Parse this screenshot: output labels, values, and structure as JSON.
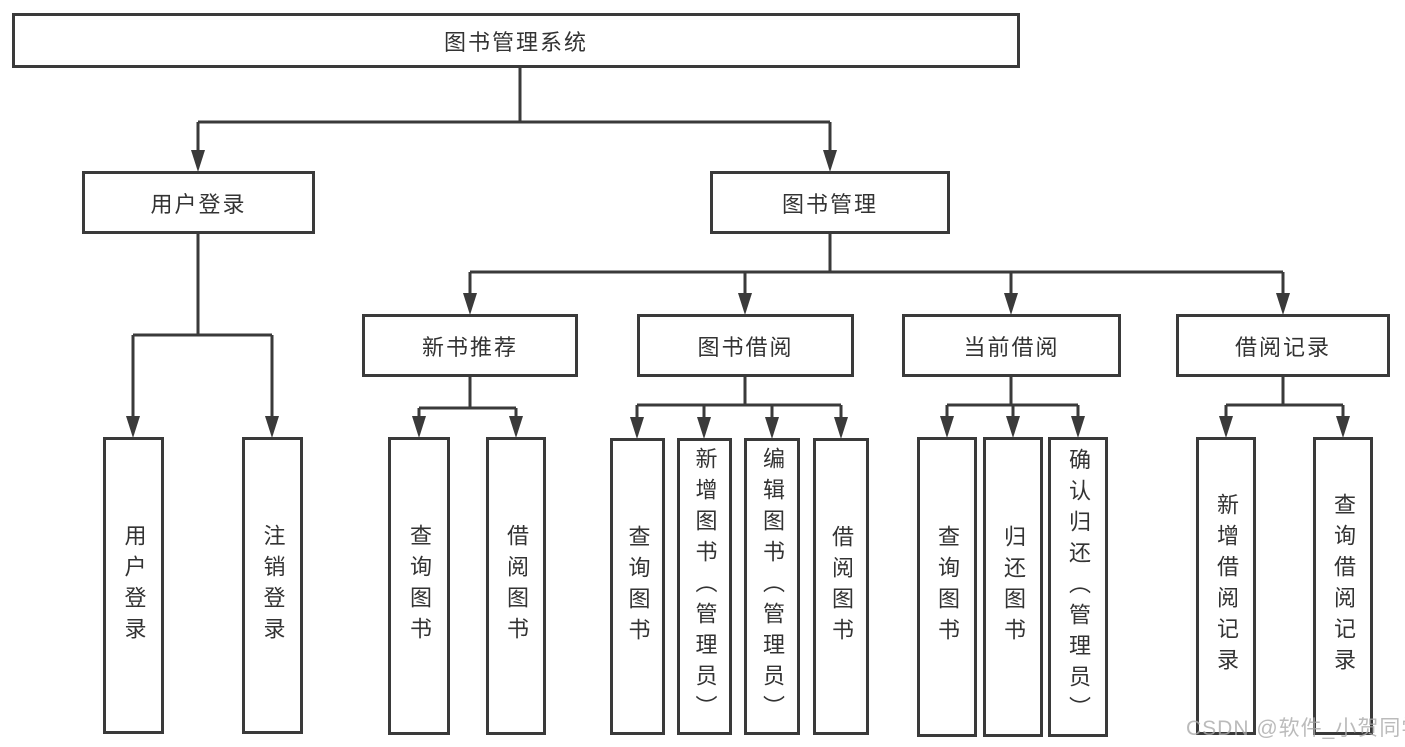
{
  "diagram": {
    "watermark": "CSDN @软件_小贺同学",
    "colors": {
      "line": "#3a3a3a",
      "box_border": "#3a3a3a",
      "text": "#333333",
      "background": "#ffffff",
      "watermark": "#ababab"
    },
    "nodes": {
      "root": {
        "label": "图书管理系统"
      },
      "user_login_branch": {
        "label": "用户登录"
      },
      "book_mgmt_branch": {
        "label": "图书管理"
      },
      "new_book_rec": {
        "label": "新书推荐"
      },
      "book_borrow": {
        "label": "图书借阅"
      },
      "current_borrow": {
        "label": "当前借阅"
      },
      "borrow_records": {
        "label": "借阅记录"
      },
      "leaf_user_login": {
        "label": "用户登录"
      },
      "leaf_logout": {
        "label": "注销登录"
      },
      "leaf_query_books_new": {
        "label": "查询图书"
      },
      "leaf_borrow_books_new": {
        "label": "借阅图书"
      },
      "leaf_query_books_borrow": {
        "label": "查询图书"
      },
      "leaf_add_books": {
        "label": "新增图书（管理员）"
      },
      "leaf_edit_books": {
        "label": "编辑图书（管理员）"
      },
      "leaf_borrow_books_borrow": {
        "label": "借阅图书"
      },
      "leaf_query_books_current": {
        "label": "查询图书"
      },
      "leaf_return_books": {
        "label": "归还图书"
      },
      "leaf_confirm_return": {
        "label": "确认归还（管理员）"
      },
      "leaf_add_borrow_record": {
        "label": "新增借阅记录"
      },
      "leaf_query_borrow_record": {
        "label": "查询借阅记录"
      }
    },
    "hierarchy": {
      "图书管理系统": {
        "用户登录": [
          "用户登录",
          "注销登录"
        ],
        "图书管理": {
          "新书推荐": [
            "查询图书",
            "借阅图书"
          ],
          "图书借阅": [
            "查询图书",
            "新增图书（管理员）",
            "编辑图书（管理员）",
            "借阅图书"
          ],
          "当前借阅": [
            "查询图书",
            "归还图书",
            "确认归还（管理员）"
          ],
          "借阅记录": [
            "新增借阅记录",
            "查询借阅记录"
          ]
        }
      }
    }
  }
}
